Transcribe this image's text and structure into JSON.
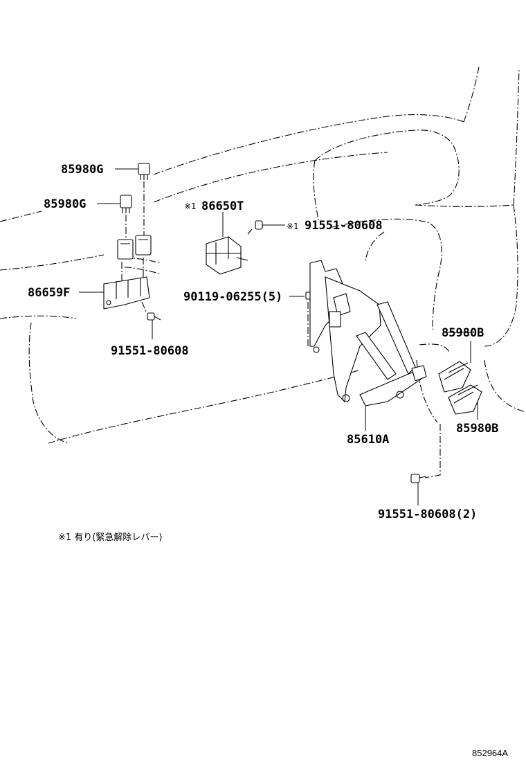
{
  "parts": {
    "relay_g_upper": "85980G",
    "relay_g_lower": "85980G",
    "relay_block": "86659F",
    "screw_left": "91551-80608",
    "release_lever_mark": "※1",
    "release_unit": "86650T",
    "screw_top_mark": "※1",
    "screw_top": "91551-80608",
    "clip": "90119-06255(5)",
    "relay_b_upper": "85980B",
    "relay_b_lower": "85980B",
    "bracket": "85610A",
    "screw_bottom": "91551-80608(2)"
  },
  "note": "※1 有り(緊急解除レバー)",
  "figure_number": "852964A"
}
